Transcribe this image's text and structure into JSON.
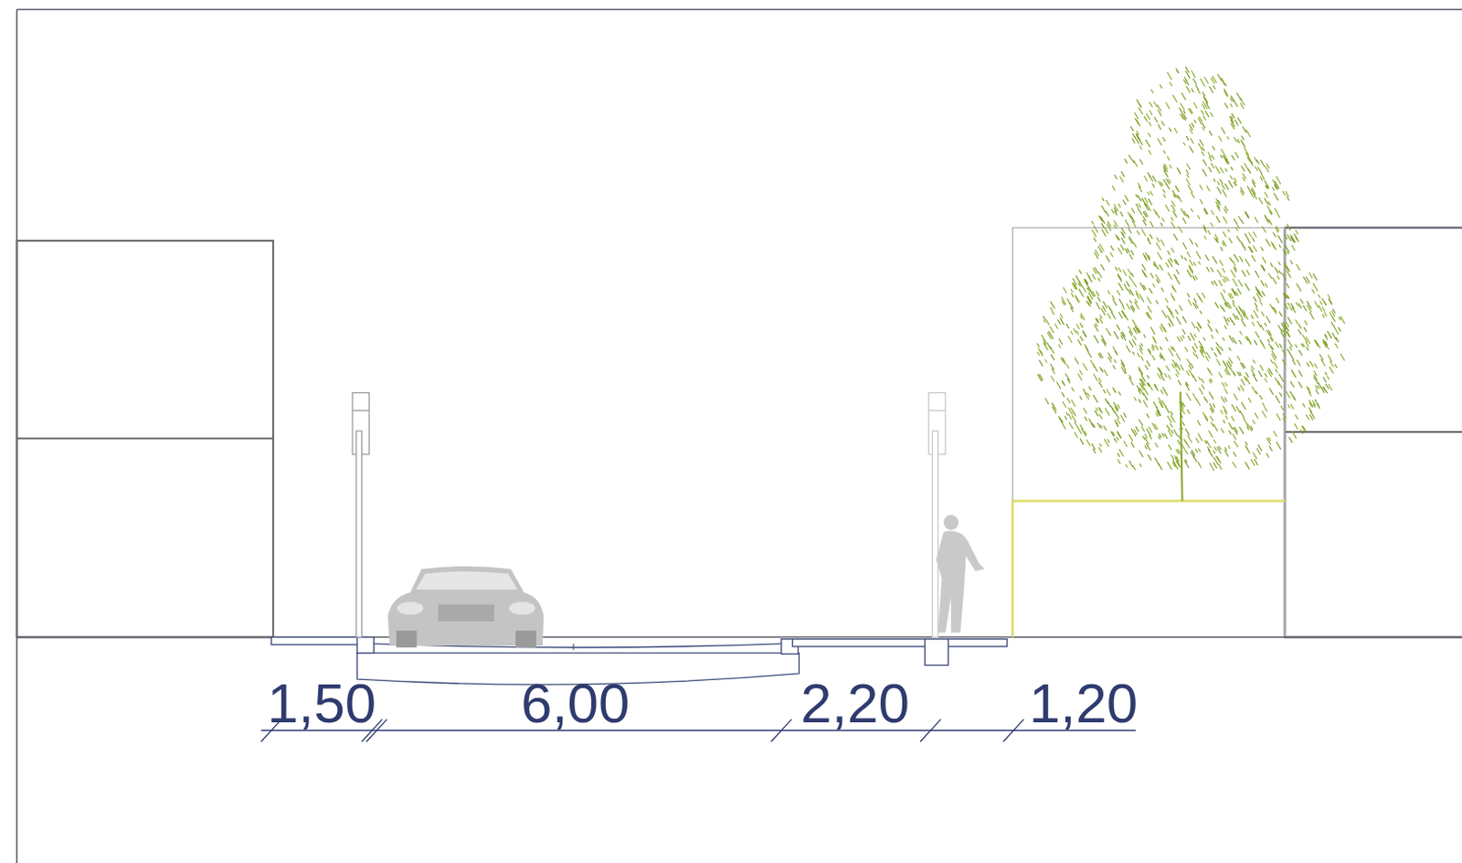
{
  "diagram": {
    "labels": [
      "1,50",
      "6,00",
      "2,20",
      "1,20"
    ]
  }
}
